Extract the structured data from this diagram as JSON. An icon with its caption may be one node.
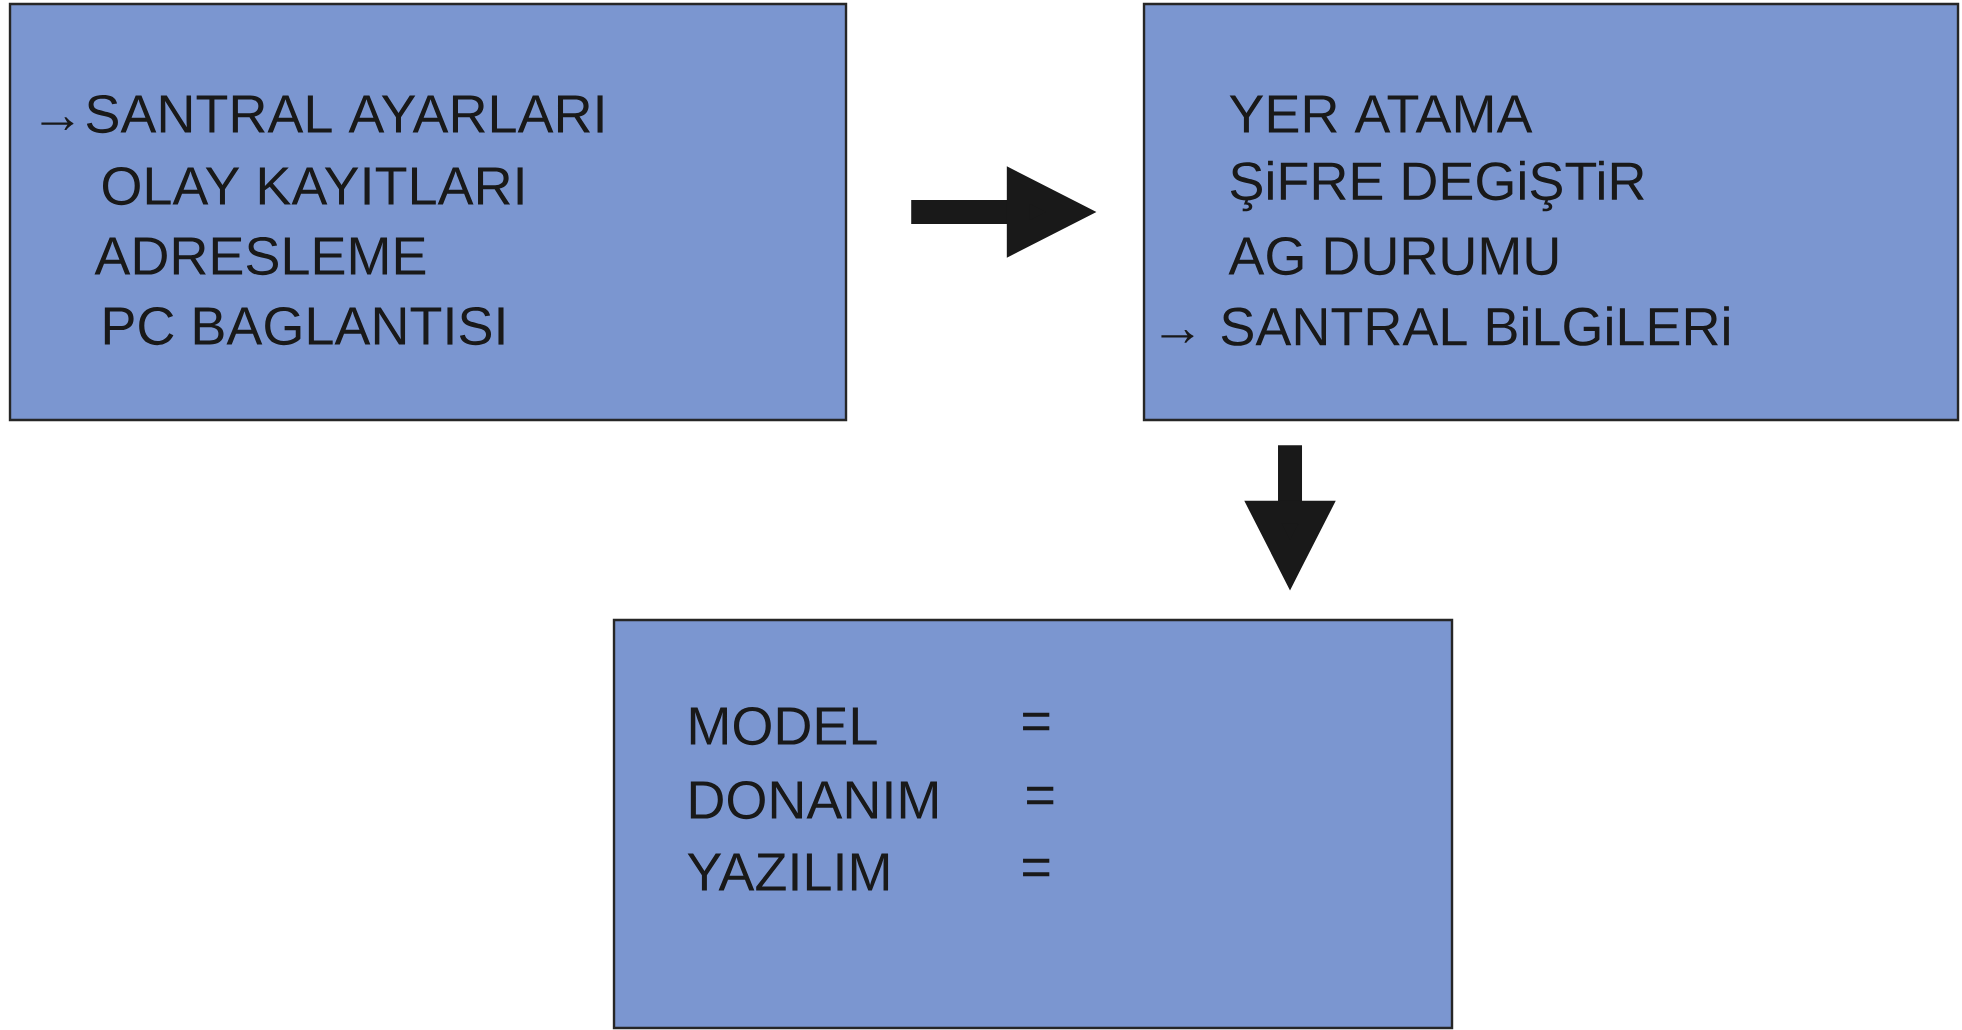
{
  "diagram": {
    "nodes": [
      {
        "text": [
          "→SANTRAL AYARLARI",
          "OLAY KAYITLARI",
          "ADRESLEME",
          "PC BAGLANTISI"
        ]
      },
      {
        "text": [
          "YER ATAMA",
          "ŞiFRE DEGiŞTiR",
          "AG DURUMU",
          "→ SANTRAL BiLGiLERi"
        ]
      },
      {
        "text": [
          "MODEL",
          "=",
          "DONANIM",
          "=",
          "YAZILIM",
          "="
        ]
      }
    ],
    "edges": [
      {
        "from": 0,
        "to": 1,
        "arrow": "to"
      },
      {
        "from": 1,
        "to": 2,
        "arrow": "to"
      }
    ]
  }
}
